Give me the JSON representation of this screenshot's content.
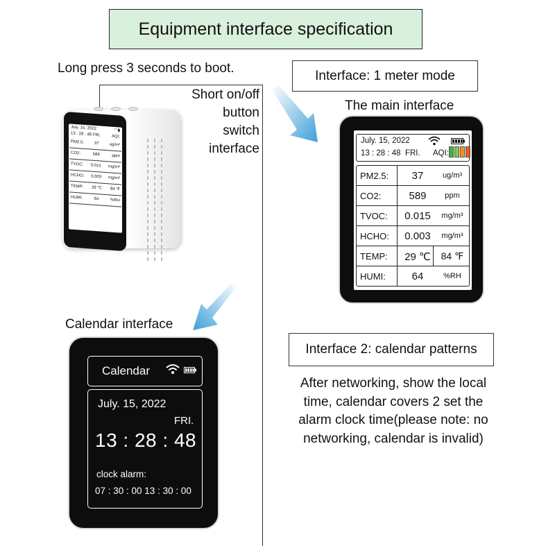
{
  "header": {
    "title": "Equipment interface specification"
  },
  "labels": {
    "long_press": "Long press 3 seconds to boot.",
    "short_button": [
      "Short on/off",
      "button",
      "switch",
      "interface"
    ],
    "mode1": "Interface: 1 meter mode",
    "main_interface": "The main interface",
    "calendar_interface": "Calendar interface",
    "mode2": "Interface 2: calendar patterns",
    "description": [
      "After networking, show the local",
      "time, calendar covers 2 set the",
      "alarm clock time(please note: no",
      "networking, calendar is invalid)"
    ]
  },
  "main_screen": {
    "date": "July. 15, 2022",
    "time": "13 : 28 : 48",
    "day": "FRI.",
    "aqi_label": "AQI:",
    "aqi_colors": [
      "#3cb54a",
      "#8dc63f",
      "#f7941d",
      "#f15a24"
    ],
    "rows": [
      {
        "key": "PM2.5:",
        "value": "37",
        "unit": "ug/m³"
      },
      {
        "key": "CO2:",
        "value": "589",
        "unit": "ppm"
      },
      {
        "key": "TVOC:",
        "value": "0.015",
        "unit": "mg/m³"
      },
      {
        "key": "HCHO:",
        "value": "0.003",
        "unit": "mg/m³"
      },
      {
        "key": "TEMP:",
        "value": "29 ℃",
        "unit": "84 ℉"
      },
      {
        "key": "HUMI:",
        "value": "64",
        "unit": "%RH"
      }
    ]
  },
  "small_screen": {
    "date": "July. 15, 2022",
    "time": "13 : 28 : 48  FRI.",
    "aqi": "AQI:",
    "rows": [
      {
        "key": "PM2.5:",
        "value": "",
        "unit": ""
      },
      {
        "key": "CO2:",
        "value": "37",
        "unit": "ug/m³"
      },
      {
        "key": "TVOC:",
        "value": "589",
        "unit": "ppm"
      },
      {
        "key": "HCHO:",
        "value": "0.015",
        "unit": "mg/m³"
      },
      {
        "key": "TEMP:",
        "value": "0.003",
        "unit": "mg/m³"
      },
      {
        "key": "HUMI:",
        "value": "29 ℃",
        "unit": "84 ℉"
      },
      {
        "key": "",
        "value": "64",
        "unit": "%RH"
      }
    ]
  },
  "calendar_screen": {
    "title": "Calendar",
    "date": "July. 15, 2022",
    "day": "FRI.",
    "time": "13 : 28 : 48",
    "alarm_label": "clock alarm:",
    "alarms": "07 : 30 : 00   13 : 30 : 00"
  },
  "colors": {
    "title_bg": "#d9f0dd",
    "arrow": "#4aa8dc",
    "screen_bg": "#0d0d0d"
  },
  "icons": [
    "wifi-icon",
    "battery-icon",
    "arrow-icon"
  ]
}
